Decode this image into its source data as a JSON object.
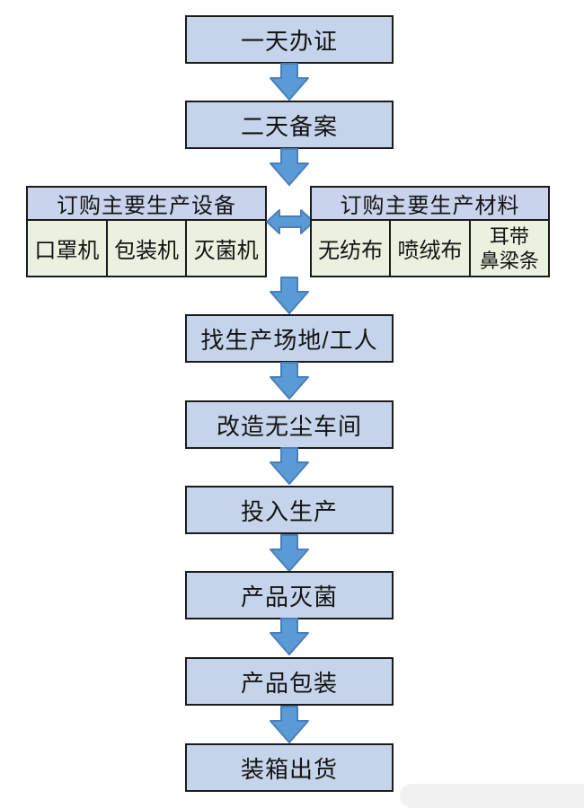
{
  "flow": {
    "steps": [
      {
        "label": "一天办证"
      },
      {
        "label": "二天备案"
      },
      {
        "label": "找生产场地/工人"
      },
      {
        "label": "改造无尘车间"
      },
      {
        "label": "投入生产"
      },
      {
        "label": "产品灭菌"
      },
      {
        "label": "产品包装"
      },
      {
        "label": "装箱出货"
      }
    ]
  },
  "equipment_table": {
    "header": "订购主要生产设备",
    "cell1": "口罩机",
    "cell2": "包装机",
    "cell3": "灭菌机"
  },
  "materials_table": {
    "header": "订购主要生产材料",
    "cell1": "无纺布",
    "cell2": "喷绒布",
    "cell3_line1": "耳带",
    "cell3_line2": "鼻梁条"
  },
  "colors": {
    "box_fill": "#c5d4ea",
    "header_fill": "#c9d3ec",
    "cell_fill": "#eaf1de",
    "arrow_fill": "#5b9bd5",
    "arrow_stroke": "#4a7ebb",
    "line_color": "#1b1b1b"
  }
}
